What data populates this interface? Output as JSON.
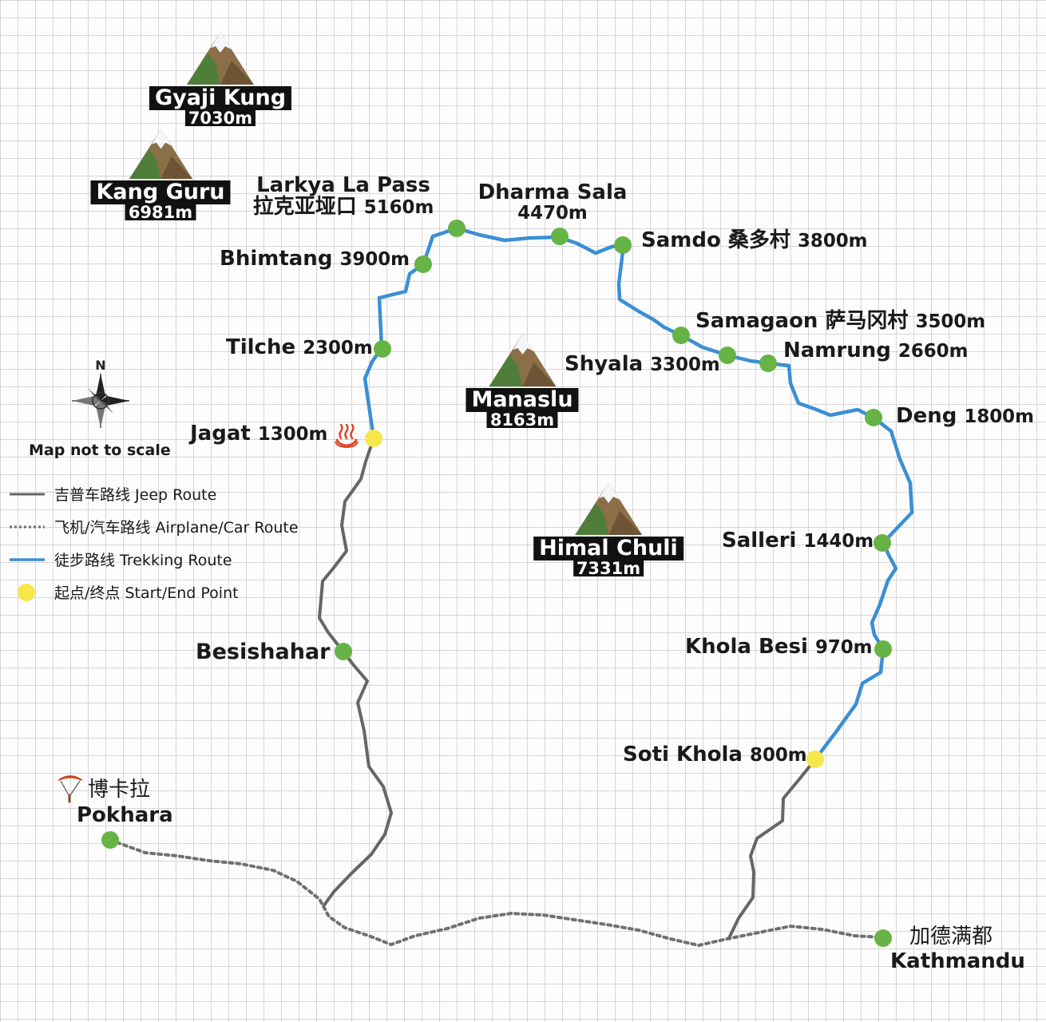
{
  "colors": {
    "trekking": "#3b8fd4",
    "jeep": "#666666",
    "air_car": "#707070",
    "waypoint": "#66b346",
    "start_end": "#f7e64c",
    "label_bg": "#111111"
  },
  "peaks": {
    "gyaji_kung": {
      "name": "Gyaji Kung",
      "alt": "7030m",
      "icon": "mountain-icon"
    },
    "kang_guru": {
      "name": "Kang Guru",
      "alt": "6981m",
      "icon": "mountain-icon"
    },
    "manaslu": {
      "name": "Manaslu",
      "alt": "8163m",
      "icon": "mountain-icon"
    },
    "himal_chuli": {
      "name": "Himal Chuli",
      "alt": "7331m",
      "icon": "mountain-icon"
    }
  },
  "places": {
    "larkya": {
      "line1": "Larkya La Pass",
      "line2_cn": "拉克亚垭口",
      "alt": "5160m"
    },
    "dharma_sala": {
      "name": "Dharma Sala",
      "alt": "4470m"
    },
    "samdo": {
      "name": "Samdo",
      "cn": "桑多村",
      "alt": "3800m"
    },
    "bhimtang": {
      "name": "Bhimtang",
      "alt": "3900m"
    },
    "samagaon": {
      "name": "Samagaon",
      "cn": "萨马冈村",
      "alt": "3500m"
    },
    "shyala": {
      "name": "Shyala",
      "alt": "3300m"
    },
    "namrung": {
      "name": "Namrung",
      "alt": "2660m"
    },
    "tilche": {
      "name": "Tilche",
      "alt": "2300m"
    },
    "deng": {
      "name": "Deng",
      "alt": "1800m"
    },
    "jagat": {
      "name": "Jagat",
      "alt": "1300m",
      "icon": "hot-spring-icon"
    },
    "salleri": {
      "name": "Salleri",
      "alt": "1440m"
    },
    "khola_besi": {
      "name": "Khola Besi",
      "alt": "970m"
    },
    "besishahar": {
      "name": "Besishahar"
    },
    "soti_khola": {
      "name": "Soti Khola",
      "alt": "800m"
    },
    "pokhara": {
      "cn": "博卡拉",
      "name": "Pokhara",
      "icon": "paraglider-icon"
    },
    "kathmandu": {
      "cn": "加德满都",
      "name": "Kathmandu"
    }
  },
  "compass": {
    "north": "N",
    "icon": "compass-rose-icon"
  },
  "note": "Map not to scale",
  "legend": [
    {
      "key": "jeep",
      "label": "吉普车路线 Jeep Route"
    },
    {
      "key": "air_car",
      "label": "飞机/汽车路线 Airplane/Car Route"
    },
    {
      "key": "trekking",
      "label": "徒步路线 Trekking Route"
    },
    {
      "key": "start_end",
      "label": "起点/终点 Start/End Point"
    }
  ]
}
